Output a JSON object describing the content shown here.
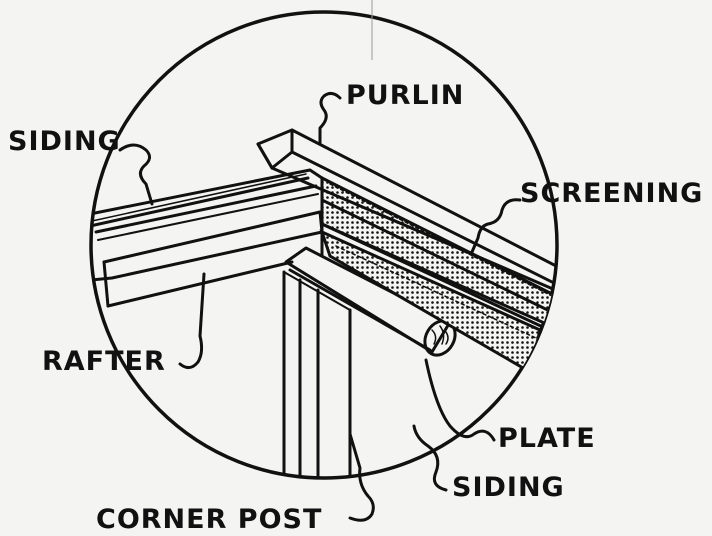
{
  "labels": {
    "purlin": "PURLIN",
    "siding_top": "SIDING",
    "screening": "SCREENING",
    "rafter": "RAFTER",
    "plate": "PLATE",
    "siding_bottom": "SIDING",
    "corner_post": "CORNER POST"
  },
  "colors": {
    "ink": "#111111",
    "paper": "#f4f4f2"
  }
}
